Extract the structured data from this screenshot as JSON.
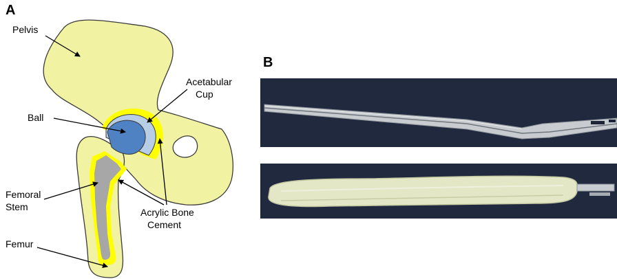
{
  "panels": {
    "a": {
      "letter": "A"
    },
    "b": {
      "letter": "B"
    }
  },
  "labels": {
    "pelvis": "Pelvis",
    "acetabular_cup_line1": "Acetabular",
    "acetabular_cup_line2": "Cup",
    "ball": "Ball",
    "femoral_stem_line1": "Femoral",
    "femoral_stem_line2": "Stem",
    "acrylic_bone_cement_line1": "Acrylic Bone",
    "acrylic_bone_cement_line2": "Cement",
    "femur": "Femur"
  },
  "colors": {
    "bone": "#f1f2a2",
    "bone_outline": "#3a3a3a",
    "cement": "#ffff00",
    "cup": "#b8cde6",
    "ball": "#4f82c2",
    "stem": "#a7a7a7",
    "photo_background": "#1d2436",
    "metal": "#c8ccd0",
    "cement_rod": "#e3e7c6"
  }
}
